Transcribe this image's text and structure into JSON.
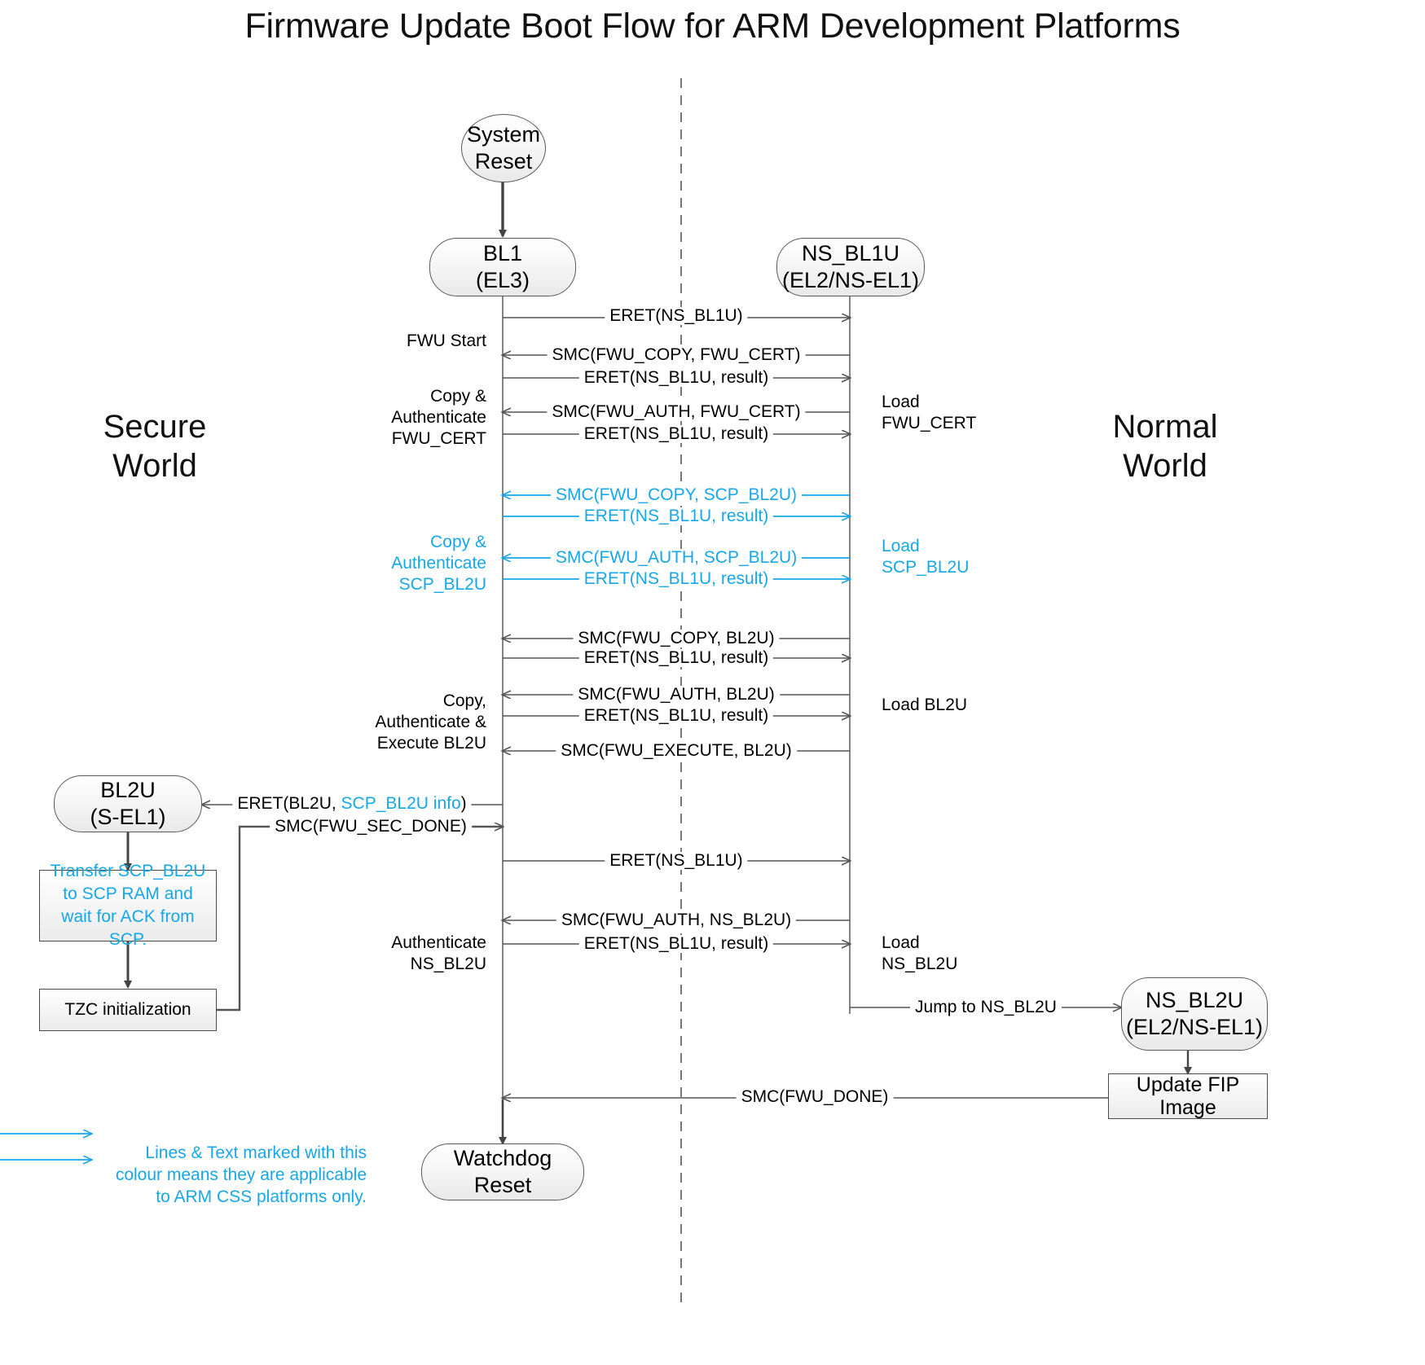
{
  "title": "Firmware Update Boot Flow for ARM Development Platforms",
  "colors": {
    "cyan": "#17a7e8",
    "line": "#555555",
    "node_border": "#5a5a5a",
    "text": "#000000"
  },
  "world_labels": {
    "secure": "Secure\nWorld",
    "normal": "Normal\nWorld"
  },
  "nodes": {
    "system_reset": {
      "line1": "System",
      "line2": "Reset"
    },
    "bl1": {
      "line1": "BL1",
      "line2": "(EL3)"
    },
    "ns_bl1u": {
      "line1": "NS_BL1U",
      "line2": "(EL2/NS-EL1)"
    },
    "bl2u": {
      "line1": "BL2U",
      "line2": "(S-EL1)"
    },
    "ns_bl2u": {
      "line1": "NS_BL2U",
      "line2": "(EL2/NS-EL1)"
    },
    "watchdog_reset": {
      "line1": "Watchdog Reset",
      "line2": ""
    }
  },
  "process_boxes": {
    "transfer_scp": "Transfer SCP_BL2U to SCP RAM and wait for ACK from SCP.",
    "tzc_init": "TZC initialization",
    "update_fip": "Update FIP Image"
  },
  "left_annotations": [
    {
      "id": "fwu-start",
      "text": "FWU Start",
      "cyan": false
    },
    {
      "id": "copy-auth-fwu-cert",
      "text": "Copy &\nAuthenticate\nFWU_CERT",
      "cyan": false
    },
    {
      "id": "copy-auth-scp-bl2u",
      "text": "Copy &\nAuthenticate\nSCP_BL2U",
      "cyan": true
    },
    {
      "id": "copy-auth-exec-bl2u",
      "text": "Copy,\nAuthenticate &\nExecute BL2U",
      "cyan": false
    },
    {
      "id": "authenticate-ns-bl2u",
      "text": "Authenticate\nNS_BL2U",
      "cyan": false
    }
  ],
  "right_annotations": [
    {
      "id": "load-fwu-cert",
      "text": "Load\nFWU_CERT",
      "cyan": false
    },
    {
      "id": "load-scp-bl2u",
      "text": "Load\nSCP_BL2U",
      "cyan": true
    },
    {
      "id": "load-bl2u",
      "text": "Load BL2U",
      "cyan": false
    },
    {
      "id": "load-ns-bl2u",
      "text": "Load\nNS_BL2U",
      "cyan": false
    }
  ],
  "messages": [
    {
      "id": "m1",
      "label": "ERET(NS_BL1U)",
      "cyan": false
    },
    {
      "id": "m2",
      "label": "SMC(FWU_COPY, FWU_CERT)",
      "cyan": false
    },
    {
      "id": "m3",
      "label": "ERET(NS_BL1U, result)",
      "cyan": false
    },
    {
      "id": "m4",
      "label": "SMC(FWU_AUTH, FWU_CERT)",
      "cyan": false
    },
    {
      "id": "m5",
      "label": "ERET(NS_BL1U, result)",
      "cyan": false
    },
    {
      "id": "m6",
      "label": "SMC(FWU_COPY, SCP_BL2U)",
      "cyan": true
    },
    {
      "id": "m7",
      "label": "ERET(NS_BL1U, result)",
      "cyan": true
    },
    {
      "id": "m8",
      "label": "SMC(FWU_AUTH, SCP_BL2U)",
      "cyan": true
    },
    {
      "id": "m9",
      "label": "ERET(NS_BL1U, result)",
      "cyan": true
    },
    {
      "id": "m10",
      "label": "SMC(FWU_COPY, BL2U)",
      "cyan": false
    },
    {
      "id": "m11",
      "label": "ERET(NS_BL1U, result)",
      "cyan": false
    },
    {
      "id": "m12",
      "label": "SMC(FWU_AUTH, BL2U)",
      "cyan": false
    },
    {
      "id": "m13",
      "label": "ERET(NS_BL1U, result)",
      "cyan": false
    },
    {
      "id": "m14",
      "label": "SMC(FWU_EXECUTE, BL2U)",
      "cyan": false
    },
    {
      "id": "m15",
      "label": "SMC(FWU_SEC_DONE)",
      "cyan": false
    },
    {
      "id": "m16",
      "label": "ERET(NS_BL1U)",
      "cyan": false
    },
    {
      "id": "m17",
      "label": "SMC(FWU_AUTH, NS_BL2U)",
      "cyan": false
    },
    {
      "id": "m18",
      "label": "ERET(NS_BL1U, result)",
      "cyan": false
    },
    {
      "id": "m19",
      "label": "Jump to NS_BL2U",
      "cyan": false
    },
    {
      "id": "m20",
      "label": "SMC(FWU_DONE)",
      "cyan": false
    }
  ],
  "eret_bl2u_message": {
    "prefix": "ERET(BL2U, ",
    "highlight": "SCP_BL2U info",
    "suffix": ")"
  },
  "legend": {
    "text": "Lines & Text marked with this colour means they are applicable to ARM CSS platforms only."
  }
}
